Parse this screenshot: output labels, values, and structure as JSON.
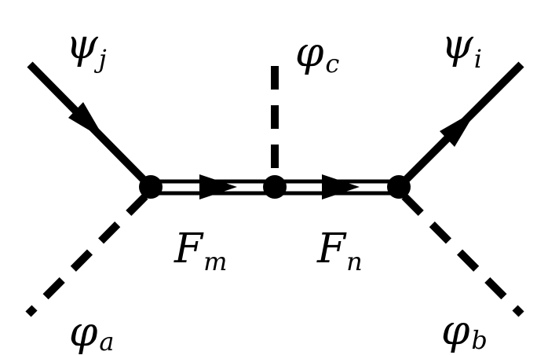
{
  "labels": {
    "psi_j": {
      "symbol": "ψ",
      "sub": "j"
    },
    "psi_i": {
      "symbol": "ψ",
      "sub": "i"
    },
    "phi_c": {
      "symbol": "φ",
      "sub": "c"
    },
    "phi_a": {
      "symbol": "φ",
      "sub": "a"
    },
    "phi_b": {
      "symbol": "φ",
      "sub": "b"
    },
    "F_m": {
      "symbol": "F",
      "sub": "m"
    },
    "F_n": {
      "symbol": "F",
      "sub": "n"
    }
  },
  "colors": {
    "ink": "#000000",
    "background": "#ffffff"
  }
}
